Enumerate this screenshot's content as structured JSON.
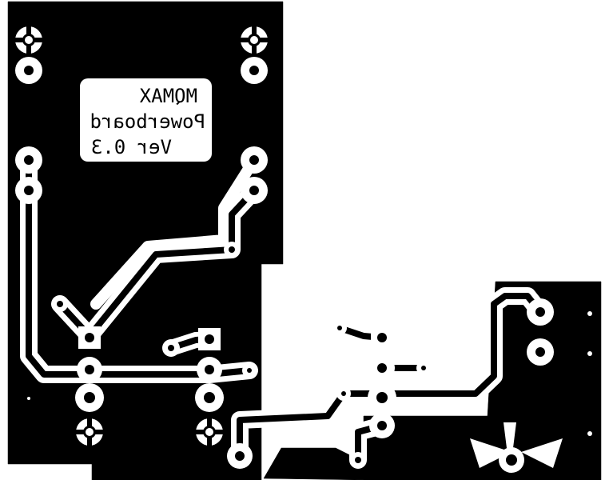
{
  "colors": {
    "copper": "#000000",
    "background": "#ffffff",
    "trace": "#ffffff"
  },
  "label": {
    "line1": "MQMAX",
    "line2": "Powerboard",
    "line3": "Ver 0.3"
  }
}
